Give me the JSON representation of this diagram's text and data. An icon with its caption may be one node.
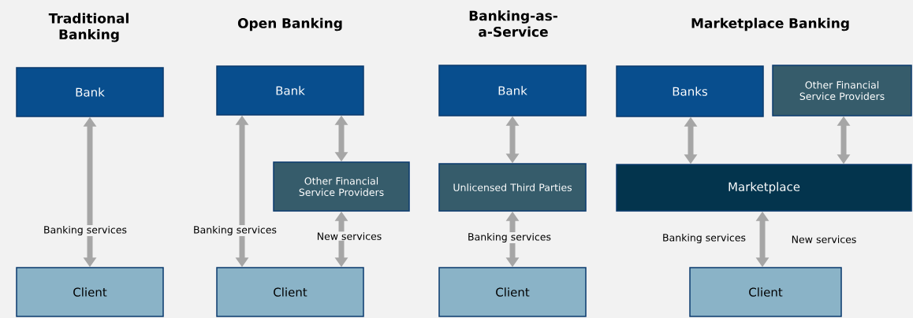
{
  "diagram": {
    "nodes": [
      {
        "text": [
          "Bank"
        ]
      },
      {
        "text": [
          "Client"
        ]
      },
      {
        "text": [
          "Bank"
        ]
      },
      {
        "text": [
          "Other Financial Service Providers"
        ]
      },
      {
        "text": [
          "Client"
        ]
      },
      {
        "text": [
          "Bank"
        ]
      },
      {
        "text": [
          "Unlicensed Third Parties"
        ]
      },
      {
        "text": [
          "Client"
        ]
      },
      {
        "text": [
          "Banks"
        ]
      },
      {
        "text": [
          "Other Financial Service Providers"
        ]
      },
      {
        "text": [
          "Marketplace"
        ]
      },
      {
        "text": [
          "Client"
        ]
      }
    ],
    "edges": [
      {
        "from": 0,
        "to": 1,
        "arrow": "both",
        "label": "Banking services"
      },
      {
        "from": 2,
        "to": 4,
        "arrow": "both",
        "label": "Banking services"
      },
      {
        "from": 2,
        "to": 3,
        "arrow": "both"
      },
      {
        "from": 3,
        "to": 4,
        "arrow": "both",
        "label": "New services"
      },
      {
        "from": 5,
        "to": 6,
        "arrow": "both"
      },
      {
        "from": 6,
        "to": 7,
        "arrow": "both",
        "label": "Banking services"
      },
      {
        "from": 8,
        "to": 10,
        "arrow": "both"
      },
      {
        "from": 9,
        "to": 10,
        "arrow": "both"
      },
      {
        "from": 10,
        "to": 11,
        "arrow": "both",
        "label": "Banking services"
      }
    ],
    "labels": [
      "Traditional Banking",
      "Open Banking",
      "Banking-as-a-Service",
      "Marketplace Banking",
      "New services"
    ]
  }
}
